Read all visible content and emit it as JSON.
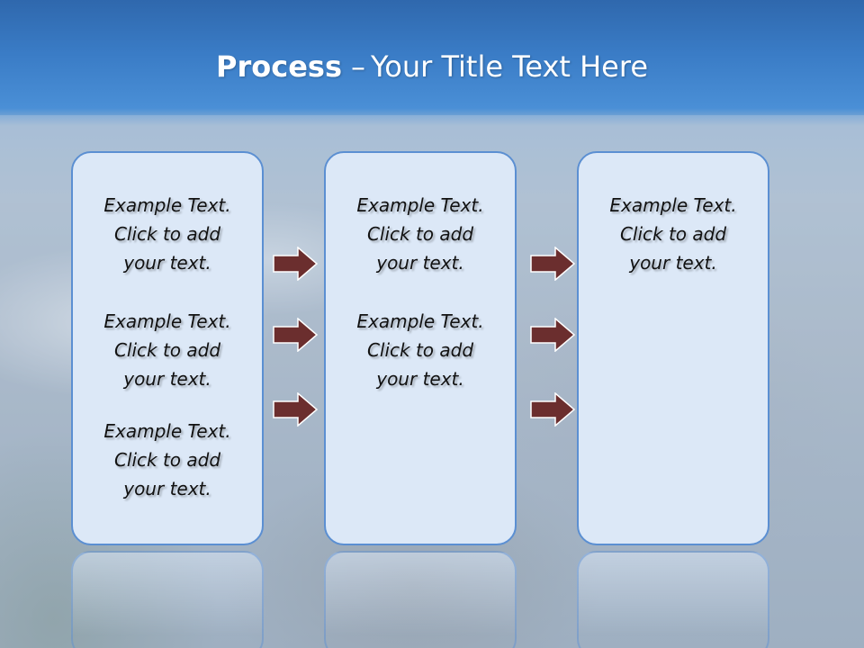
{
  "title": {
    "main": "Process",
    "dash": "–",
    "sub": "Your Title Text Here"
  },
  "boxes": [
    {
      "items": [
        {
          "line1": "Example Text.",
          "line2": "Click  to add",
          "line3": "your text."
        },
        {
          "line1": "Example Text.",
          "line2": "Click  to add",
          "line3": "your text."
        },
        {
          "line1": "Example Text.",
          "line2": "Click  to add",
          "line3": "your text."
        }
      ]
    },
    {
      "items": [
        {
          "line1": "Example Text.",
          "line2": "Click  to add",
          "line3": "your text."
        },
        {
          "line1": "Example Text.",
          "line2": "Click  to add",
          "line3": "your text."
        }
      ]
    },
    {
      "items": [
        {
          "line1": "Example Text.",
          "line2": "Click  to add",
          "line3": "your text."
        }
      ]
    }
  ],
  "colors": {
    "title_bar": "#3a7cc6",
    "box_fill": "#dce8f7",
    "box_border": "#5b8fd2",
    "arrow_fill": "#6b2e2e",
    "arrow_stroke": "#ffffff",
    "text": "#111111"
  },
  "icons": {
    "connector": "right-arrow-icon"
  }
}
